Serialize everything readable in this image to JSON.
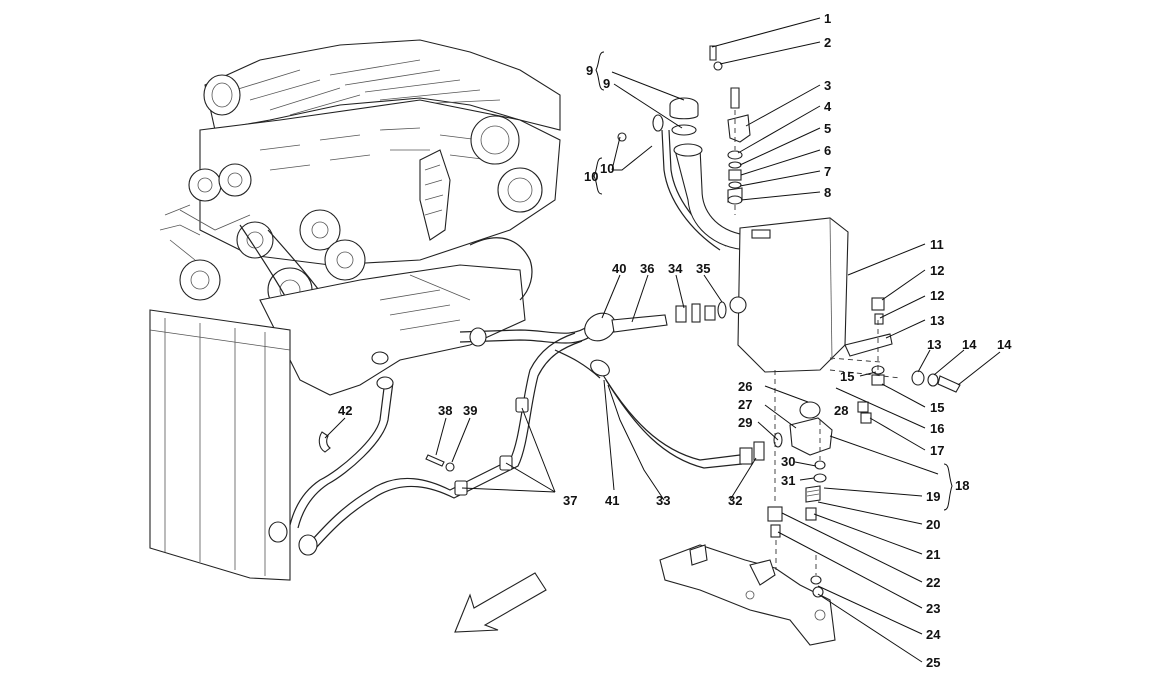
{
  "diagram": {
    "callouts": [
      "1",
      "2",
      "3",
      "4",
      "5",
      "6",
      "7",
      "8",
      "9",
      "9",
      "10",
      "10",
      "11",
      "12",
      "12",
      "13",
      "13",
      "14",
      "14",
      "15",
      "15",
      "16",
      "17",
      "18",
      "19",
      "20",
      "21",
      "22",
      "23",
      "24",
      "25",
      "26",
      "27",
      "28",
      "29",
      "30",
      "31",
      "32",
      "33",
      "34",
      "35",
      "36",
      "37",
      "38",
      "39",
      "40",
      "41",
      "42"
    ],
    "direction_arrow": "arrow-front-direction-icon"
  }
}
